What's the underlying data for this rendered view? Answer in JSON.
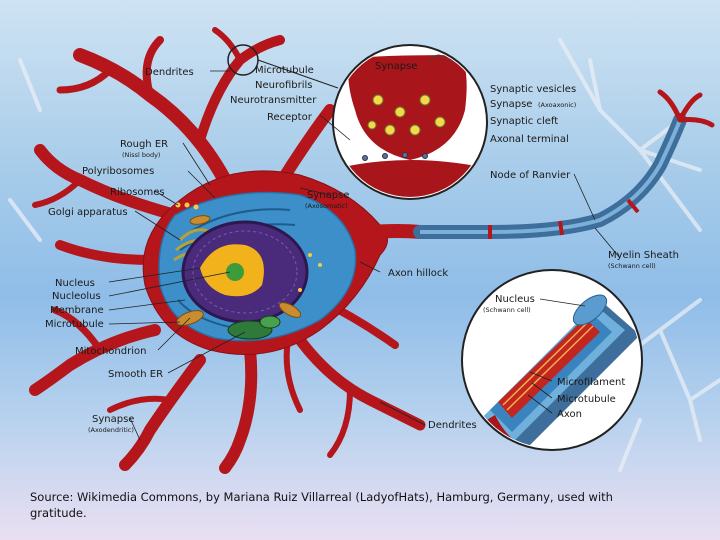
{
  "labels": {
    "dendrites_top": "Dendrites",
    "microtubule": "Microtubule",
    "neurofibrils": "Neurofibrils",
    "neurotransmitter": "Neurotransmitter",
    "receptor": "Receptor",
    "synapse_inset": "Synapse",
    "synaptic_vesicles": "Synaptic vesicles",
    "synapse_axoaxonic": "Synapse",
    "axoaxonic_sub": "(Axoaxonic)",
    "synaptic_cleft": "Synaptic cleft",
    "axonal_terminal": "Axonal terminal",
    "rough_er": "Rough ER",
    "nissl_body": "(Nissl body)",
    "polyribosomes": "Polyribosomes",
    "ribosomes": "Ribosomes",
    "golgi": "Golgi apparatus",
    "synapse_axosomatic": "Synapse",
    "axosomatic_sub": "(Axosomatic)",
    "node_of_ranvier": "Node of Ranvier",
    "nucleus": "Nucleus",
    "nucleolus": "Nucleolus",
    "membrane": "Membrane",
    "microtubule2": "Microtubule",
    "axon_hillock": "Axon hillock",
    "myelin_sheath": "Myelin Sheath",
    "schwann_cell": "(Schwann cell)",
    "nucleus_schwann": "Nucleus",
    "schwann_sub": "(Schwann cell)",
    "mitochondrion": "Mitochondrion",
    "smooth_er": "Smooth ER",
    "microfilament": "Microfilament",
    "microtubule3": "Microtubule",
    "axon": "Axon",
    "synapse_axodendritic": "Synapse",
    "axodendritic_sub": "(Axodendritic)",
    "dendrites_bottom": "Dendrites"
  },
  "caption": "Source: Wikimedia Commons, by Mariana Ruiz Villarreal (LadyofHats), Hamburg, Germany, used with gratitude.",
  "colors": {
    "neuron_red": "#b5161b",
    "cytoplasm_blue": "#3d8fc9",
    "nucleus_purple": "#4a2a7a",
    "nucleolus_yellow": "#f2b21b",
    "myelin_blue": "#3d6e9c",
    "inset_red": "#a8161c"
  }
}
